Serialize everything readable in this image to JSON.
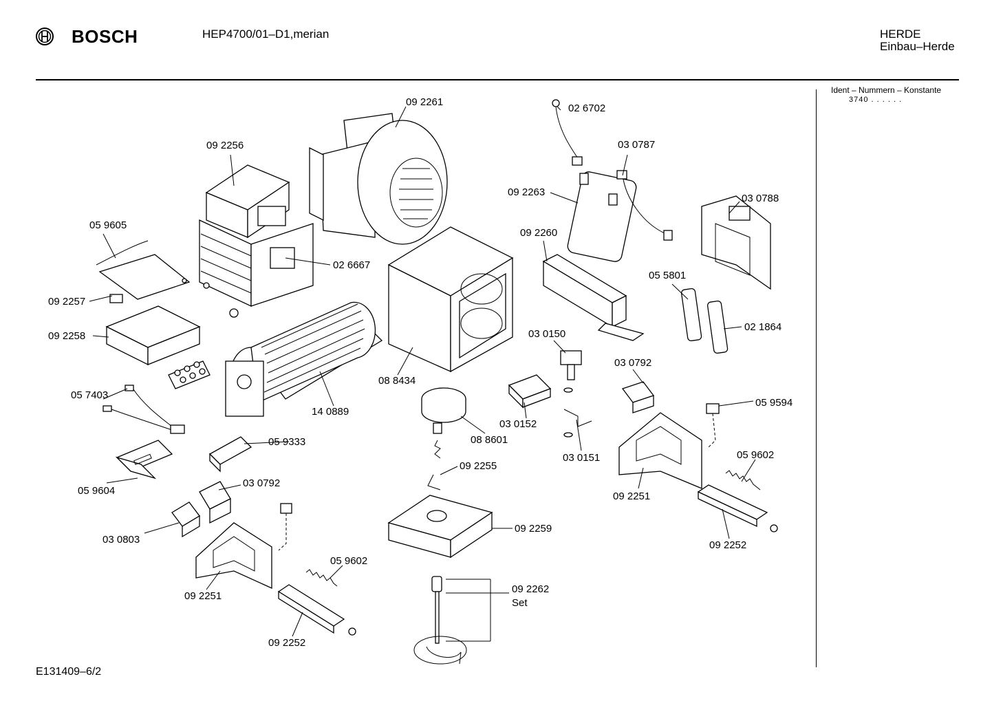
{
  "header": {
    "brand": "BOSCH",
    "model": "HEP4700/01–D1,merian",
    "category_line1": "HERDE",
    "category_line2": "Einbau–Herde"
  },
  "sidebar": {
    "ident_label": "Ident – Nummern – Konstante",
    "ident_value": "3740 . .   . . . ."
  },
  "footer": {
    "drawing_number": "E131409–6/2"
  },
  "parts": {
    "p01": "09 2261",
    "p02": "02 6702",
    "p03": "03 0787",
    "p04": "09 2256",
    "p05": "09 2263",
    "p06": "03 0788",
    "p07": "05 9605",
    "p08": "09 2260",
    "p09": "02 6667",
    "p10": "05 5801",
    "p11": "09 2257",
    "p12": "02 1864",
    "p13": "09 2258",
    "p14": "03 0150",
    "p15": "08 8434",
    "p16": "03 0792",
    "p17": "05 7403",
    "p18": "05 9594",
    "p19": "14 0889",
    "p20": "03 0152",
    "p21": "08 8601",
    "p22": "05 9333",
    "p23": "03 0151",
    "p24": "05 9602",
    "p25": "09 2255",
    "p26": "05 9604",
    "p27": "03 0792",
    "p28": "09 2251",
    "p29": "09 2259",
    "p30": "09 2252",
    "p31": "03 0803",
    "p32": "05 9602",
    "p33": "09 2262",
    "p34": "Set",
    "p35": "09 2251",
    "p36": "09 2252"
  }
}
